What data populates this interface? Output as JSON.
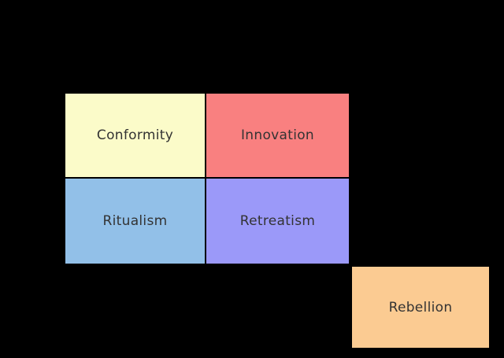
{
  "diagram": {
    "background_color": "#000000",
    "border_color": "#000000",
    "text_color": "#333333",
    "boxes": [
      {
        "id": "conformity",
        "label": "Conformity",
        "color": "#FBFBC9"
      },
      {
        "id": "innovation",
        "label": "Innovation",
        "color": "#F98080"
      },
      {
        "id": "ritualism",
        "label": "Ritualism",
        "color": "#92C0E8"
      },
      {
        "id": "retreatism",
        "label": "Retreatism",
        "color": "#9B99F9"
      },
      {
        "id": "rebellion",
        "label": "Rebellion",
        "color": "#FBCB92"
      }
    ]
  }
}
